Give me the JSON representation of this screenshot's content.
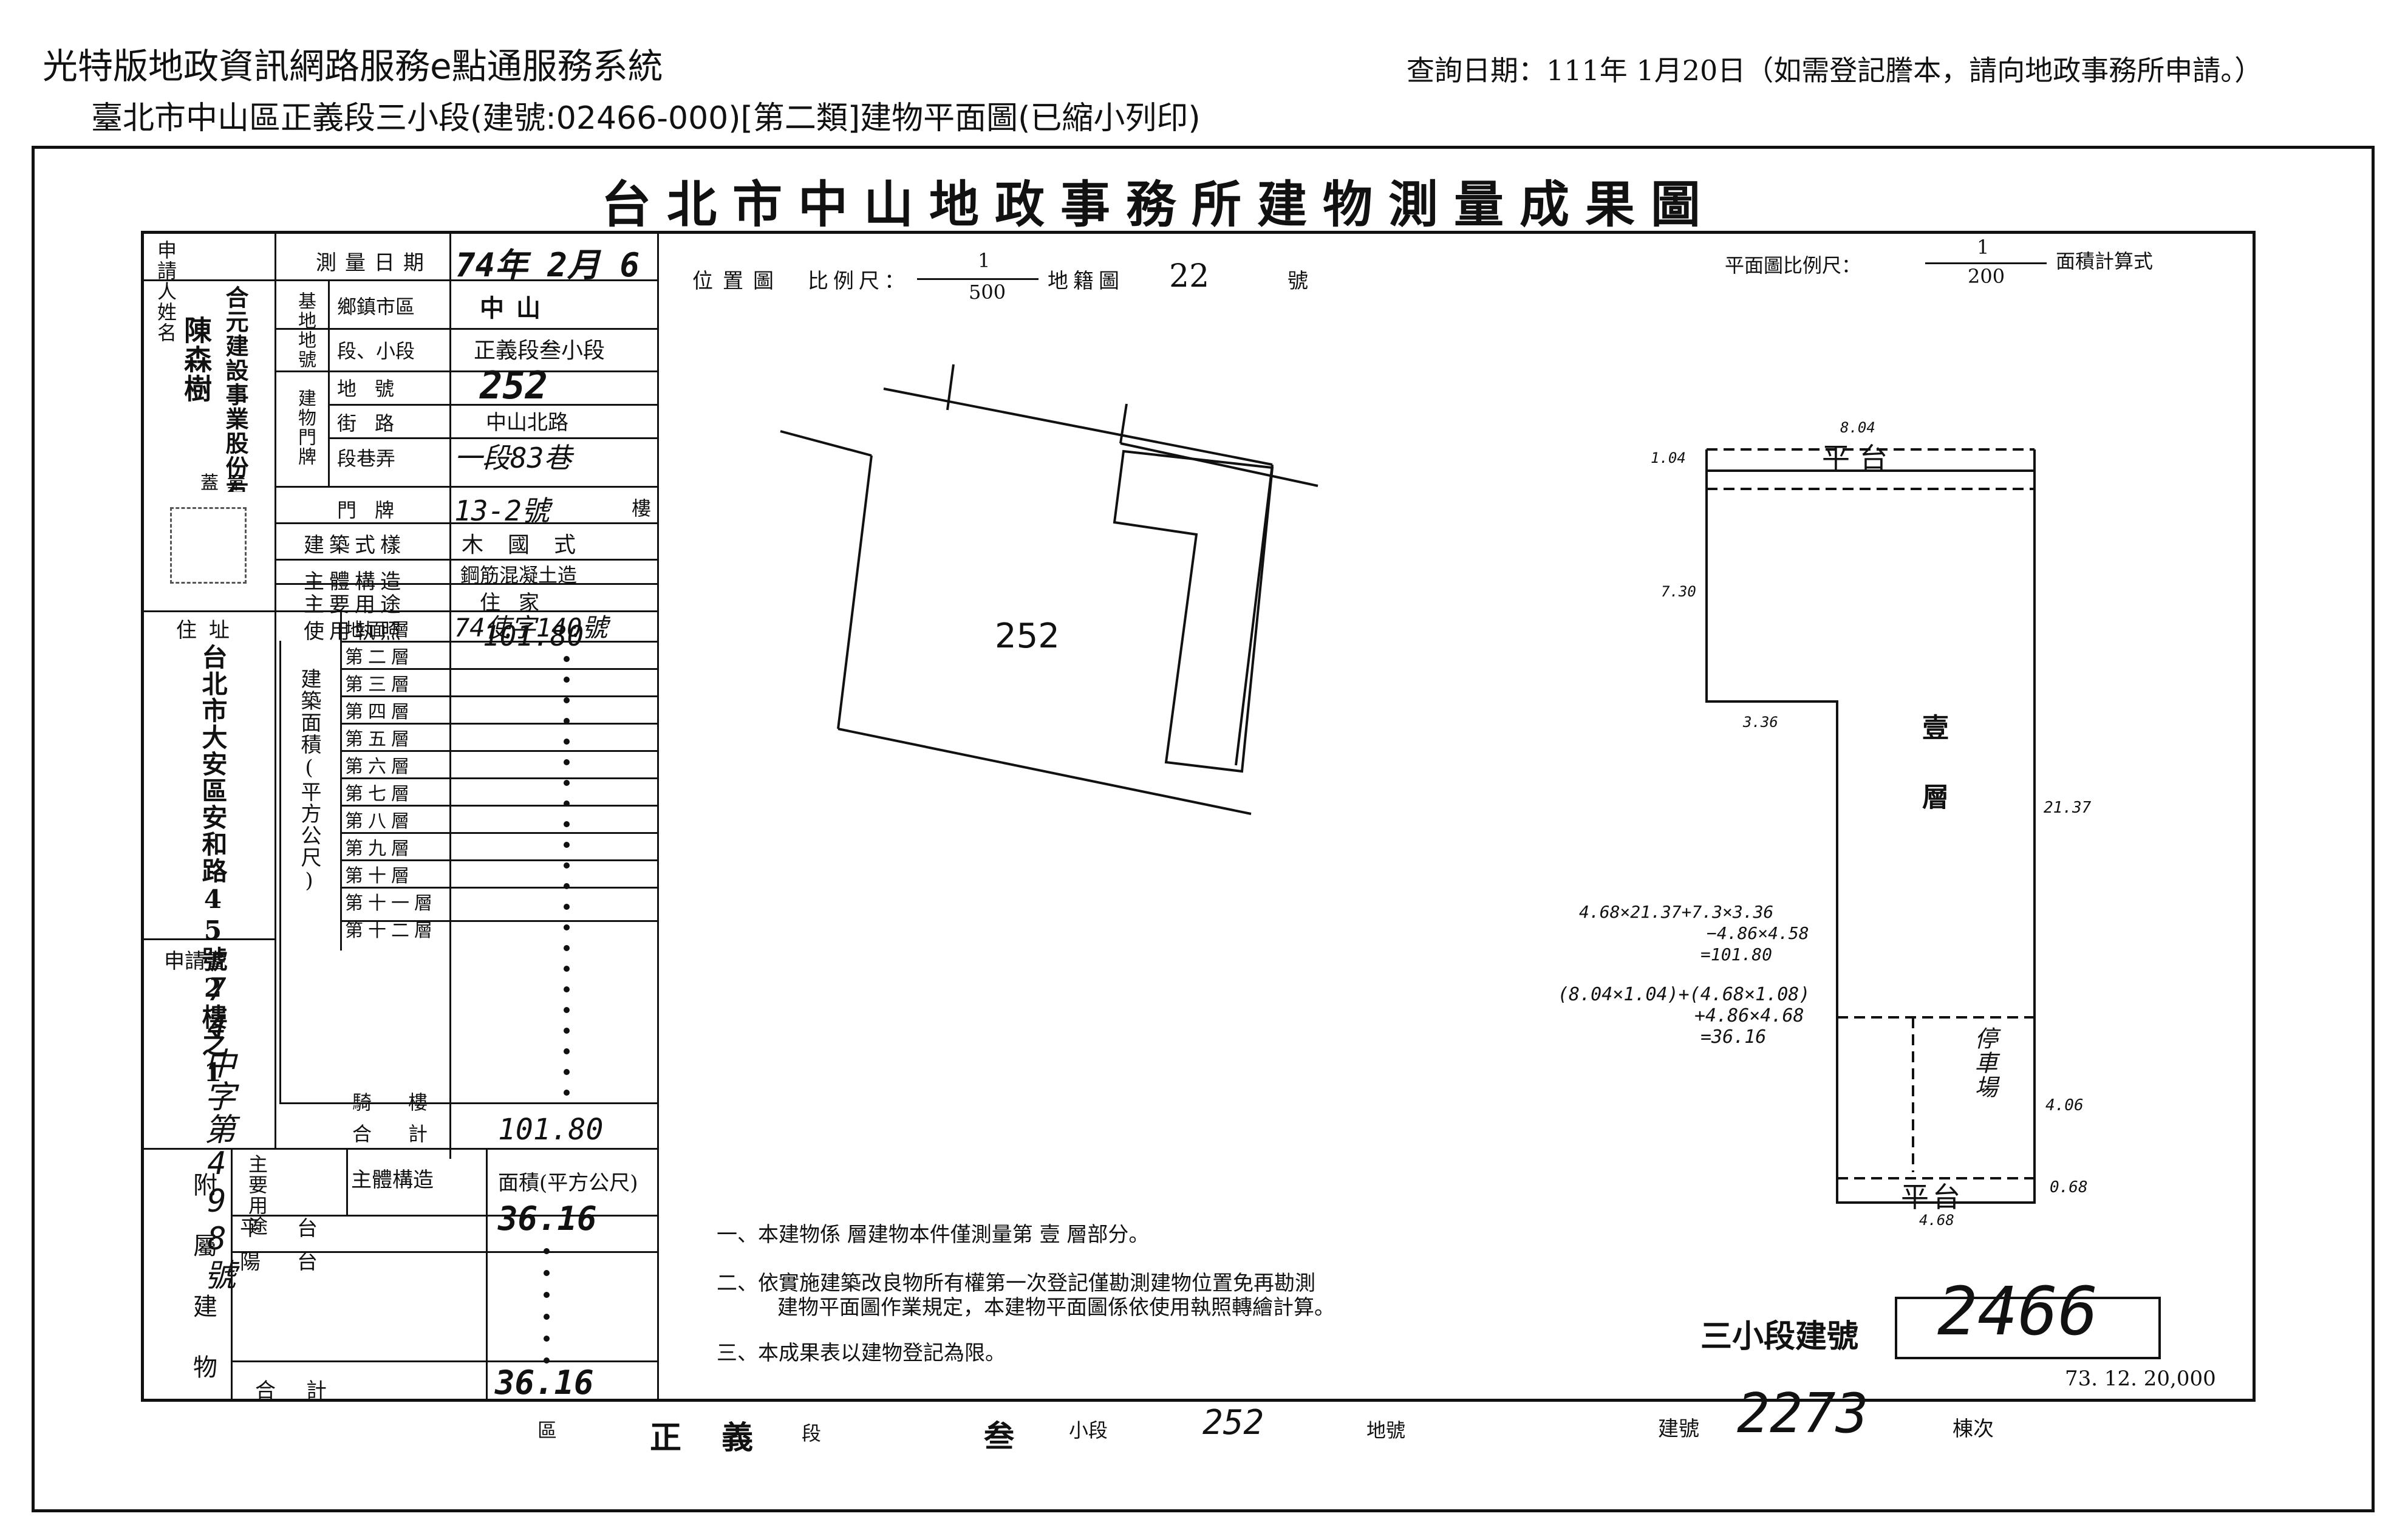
{
  "header": {
    "system_title": "光特版地政資訊網路服務e點通服務系統",
    "subtitle": "臺北市中山區正義段三小段(建號:02466-000)[第二類]建物平面圖(已縮小列印)",
    "query_date": "查詢日期：111年 1月20日（如需登記謄本，請向地政事務所申請。）"
  },
  "plan": {
    "title": "台北市中山地政事務所建物測量成果圖",
    "location_map": {
      "label": "位置圖",
      "scale_label": "比例尺：",
      "scale_num": "1",
      "scale_den": "500",
      "parcel_label": "地籍圖",
      "parcel_no": "22",
      "suffix": "號",
      "lot_label": "252"
    },
    "floor_plan": {
      "scale_label": "平面圖比例尺：",
      "scale_num": "1",
      "scale_den": "200",
      "calc_label": "面積計算式"
    },
    "applicant": {
      "label": "申請人姓名",
      "company": "合元建設事業股份有限公司",
      "person": "陳森樹",
      "seal_label": "蓋章",
      "address_label": "住址",
      "address": "台北市大安區安和路45號2樓之1"
    },
    "application": {
      "label": "申請書",
      "value": "74中字第498號"
    },
    "survey": {
      "date_label": "測量日期",
      "date_value": "74年 2月 6",
      "site_label": "基地地號",
      "district_label": "鄉鎮市區",
      "district_value": "中山",
      "section_label": "段、小段",
      "section_value": "正義段叁小段",
      "lot_label": "地號",
      "lot_value": "252",
      "door_label": "建物門牌",
      "street_label": "街路",
      "street_value": "中山北路",
      "lane_label": "段巷弄",
      "lane_value": "一段83巷",
      "no_label": "門牌",
      "no_value": "13-2號",
      "floor_label": "樓"
    },
    "building": {
      "style_label": "建築式樣",
      "style_value": "木國式",
      "structure_label": "主體構造",
      "structure_value": "鋼筋混凝土造",
      "use_label": "主要用途",
      "use_value": "住家",
      "permit_label": "使用執照",
      "permit_value": "74使字140號"
    },
    "floors": {
      "group_label": "建築面積(平方公尺)",
      "rows": [
        "地面層",
        "第二層",
        "第三層",
        "第四層",
        "第五層",
        "第六層",
        "第七層",
        "第八層",
        "第九層",
        "第十層",
        "第十一層",
        "第十二層"
      ],
      "ground_value": "101.80",
      "arcade_label": "騎樓",
      "total_label": "合計",
      "total_value": "101.80"
    },
    "annex": {
      "label": "附屬建物",
      "col_use": "主要用途",
      "col_structure": "主體構造",
      "col_area": "面積(平方公尺)",
      "rows": [
        {
          "use": "平台",
          "area": "36.16"
        },
        {
          "use": "陽台",
          "area": ""
        }
      ],
      "total_label": "合計",
      "total_value": "36.16"
    },
    "notes": [
      "一、本建物係   層建物本件僅測量第 壹 層部分。",
      "二、依實施建築改良物所有權第一次登記僅勘測建物位置免再勘測",
      "建物平面圖作業規定，本建物平面圖係依使用執照轉繪計算。",
      "三、本成果表以建物登記為限。"
    ],
    "drawing": {
      "top_label": "平台",
      "floor_label": "壹層",
      "stair_label": "停車場",
      "bottom_label": "平台",
      "dims": [
        "8.04",
        "1.04",
        "7.30",
        "3.36",
        "21.37",
        "4.06",
        "4.68",
        "0.68"
      ],
      "calc_1": "4.68×21.37+7.3×3.36",
      "calc_2": "−4.86×4.58",
      "calc_3": "=101.80",
      "calc_4": "(8.04×1.04)+(4.68×1.08)",
      "calc_5": "+4.86×4.68",
      "calc_6": "=36.16"
    },
    "building_no_stamp": {
      "label": "三小段建號",
      "value": "2466"
    },
    "form_code": "73. 12. 20,000",
    "footer": {
      "district_label": "區",
      "section_value": "正 義",
      "section_suffix": "段",
      "subsection_value": "叁",
      "subsection_suffix": "小段",
      "lot_value": "252",
      "lot_suffix": "地號",
      "bno_label": "建號",
      "bno_value": "2273",
      "bno_suffix": "棟次"
    }
  }
}
